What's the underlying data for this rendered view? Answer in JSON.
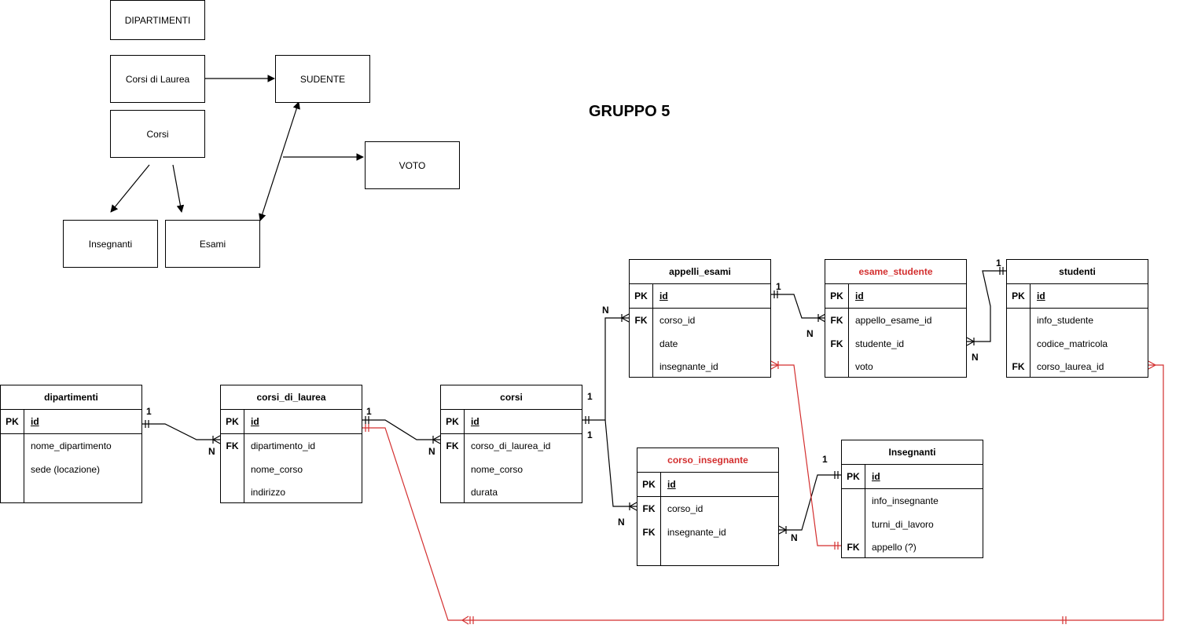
{
  "title": "GRUPPO 5",
  "concept_boxes": {
    "dipartimenti": "DIPARTIMENTI",
    "corsi_laurea": "Corsi di Laurea",
    "studente": "SUDENTE",
    "corsi": "Corsi",
    "voto": "VOTO",
    "insegnanti": "Insegnanti",
    "esami": "Esami"
  },
  "tables": {
    "dipartimenti": {
      "name": "dipartimenti",
      "rows": [
        {
          "key": "PK",
          "field": "id"
        },
        {
          "key": "",
          "field": "nome_dipartimento"
        },
        {
          "key": "",
          "field": "sede (locazione)"
        },
        {
          "key": "",
          "field": ""
        }
      ]
    },
    "corsi_di_laurea": {
      "name": "corsi_di_laurea",
      "rows": [
        {
          "key": "PK",
          "field": "id"
        },
        {
          "key": "FK",
          "field": "dipartimento_id"
        },
        {
          "key": "",
          "field": "nome_corso"
        },
        {
          "key": "",
          "field": "indirizzo"
        }
      ]
    },
    "corsi": {
      "name": "corsi",
      "rows": [
        {
          "key": "PK",
          "field": "id"
        },
        {
          "key": "FK",
          "field": "corso_di_laurea_id"
        },
        {
          "key": "",
          "field": "nome_corso"
        },
        {
          "key": "",
          "field": "durata"
        }
      ]
    },
    "appelli_esami": {
      "name": "appelli_esami",
      "rows": [
        {
          "key": "PK",
          "field": "id"
        },
        {
          "key": "FK",
          "field": "corso_id"
        },
        {
          "key": "",
          "field": "date"
        },
        {
          "key": "",
          "field": "insegnante_id"
        }
      ]
    },
    "esame_studente": {
      "name": "esame_studente",
      "header_color": "#d32f2f",
      "rows": [
        {
          "key": "PK",
          "field": "id"
        },
        {
          "key": "FK",
          "field": "appello_esame_id"
        },
        {
          "key": "FK",
          "field": "studente_id"
        },
        {
          "key": "",
          "field": "voto"
        }
      ]
    },
    "studenti": {
      "name": "studenti",
      "rows": [
        {
          "key": "PK",
          "field": "id"
        },
        {
          "key": "",
          "field": "info_studente"
        },
        {
          "key": "",
          "field": "codice_matricola"
        },
        {
          "key": "FK",
          "field": "corso_laurea_id"
        }
      ]
    },
    "corso_insegnante": {
      "name": "corso_insegnante",
      "header_color": "#d32f2f",
      "rows": [
        {
          "key": "PK",
          "field": "id"
        },
        {
          "key": "FK",
          "field": "corso_id"
        },
        {
          "key": "FK",
          "field": "insegnante_id"
        },
        {
          "key": "",
          "field": ""
        }
      ]
    },
    "insegnanti": {
      "name": "Insegnanti",
      "rows": [
        {
          "key": "PK",
          "field": "id"
        },
        {
          "key": "",
          "field": "info_insegnante"
        },
        {
          "key": "",
          "field": "turni_di_lavoro"
        },
        {
          "key": "FK",
          "field": "appello (?)"
        }
      ]
    }
  },
  "cardinality": {
    "one": "1",
    "many": "N"
  },
  "colors": {
    "line": "#000000",
    "red_relation": "#d32f2f"
  }
}
